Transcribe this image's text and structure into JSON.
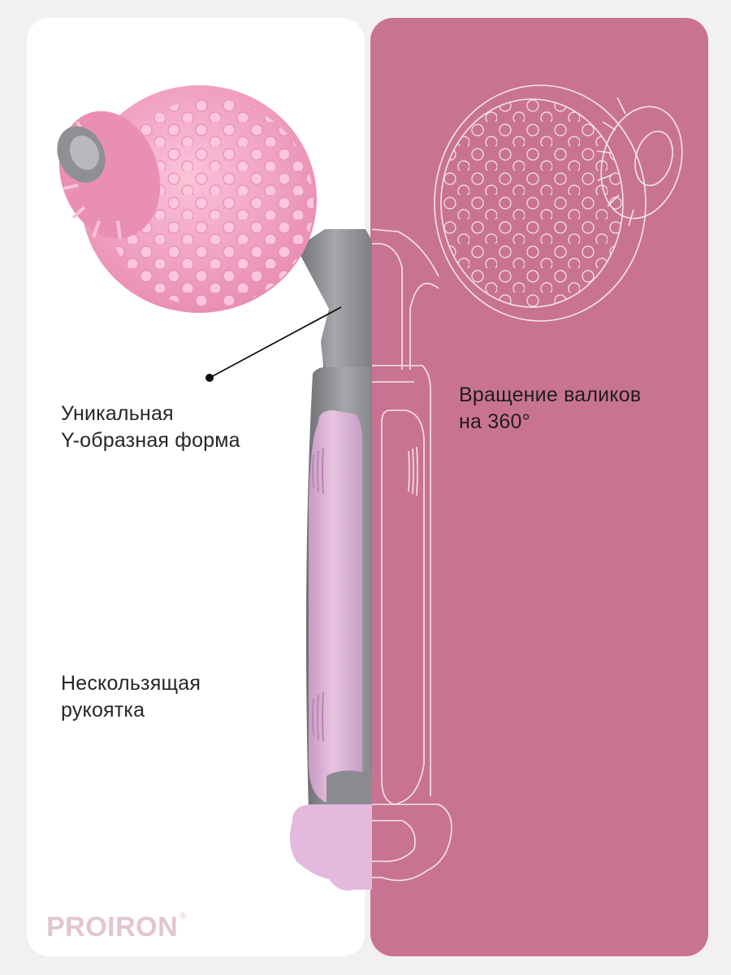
{
  "labels": {
    "y_shape_line1": "Уникальная",
    "y_shape_line2": "Y-образная форма",
    "grip_line1": "Нескользящая",
    "grip_line2": "рукоятка",
    "rotation_line1": "Вращение валиков",
    "rotation_line2": "на 360°"
  },
  "logo": {
    "text": "PROIRON",
    "mark": "®"
  },
  "colors": {
    "right_panel": "#c97392",
    "roller_pink": "#f4a6c4",
    "handle_grey": "#8e8f93",
    "grip_lilac": "#dcb4d7"
  }
}
